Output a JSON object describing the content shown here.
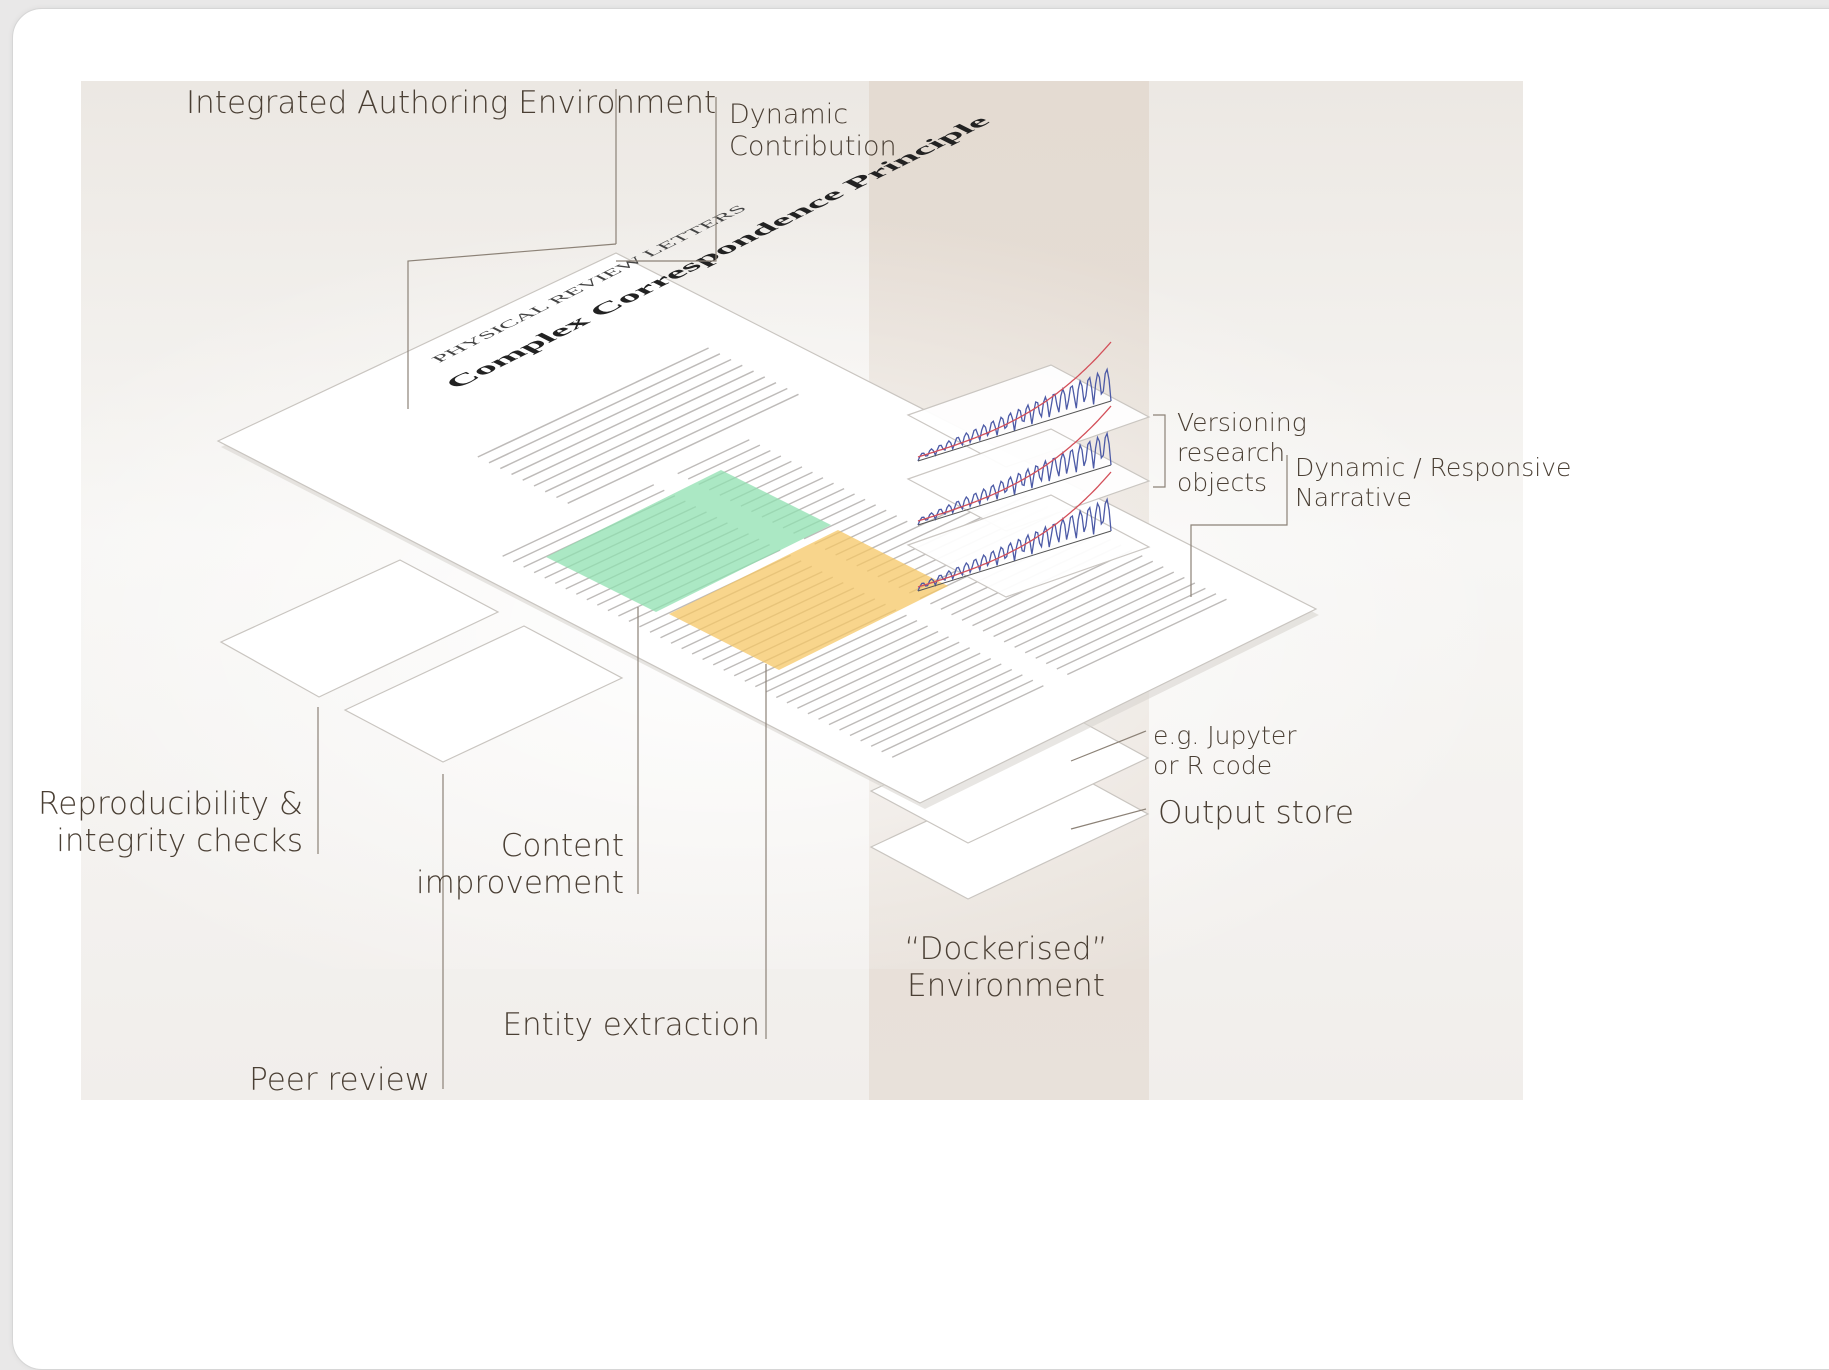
{
  "labels": {
    "integrated_authoring": "Integrated Authoring Environment",
    "dynamic_contribution": [
      "Dynamic",
      "Contribution"
    ],
    "versioning": [
      "Versioning",
      "research",
      "objects"
    ],
    "dynamic_narrative": [
      "Dynamic / Responsive",
      "Narrative"
    ],
    "jupyter": [
      "e.g. Jupyter",
      "or R code"
    ],
    "output_store": "Output store",
    "dockerised": [
      "“Dockerised”",
      "Environment"
    ],
    "reproducibility": [
      "Reproducibility &",
      "integrity checks"
    ],
    "content_improvement": [
      "Content",
      "improvement"
    ],
    "entity_extraction": "Entity extraction",
    "peer_review": "Peer review"
  },
  "paper": {
    "journal": "PHYSICAL REVIEW LETTERS",
    "title": "Complex Correspondence Principle"
  },
  "colors": {
    "background_gradient_top": "#ede9e5",
    "dockerised_band": "#e6ddd4",
    "content_highlight": "#8fe0b0",
    "entity_highlight": "#f6c766",
    "chart_red": "#d3505a",
    "chart_blue": "#4c5aa6"
  }
}
